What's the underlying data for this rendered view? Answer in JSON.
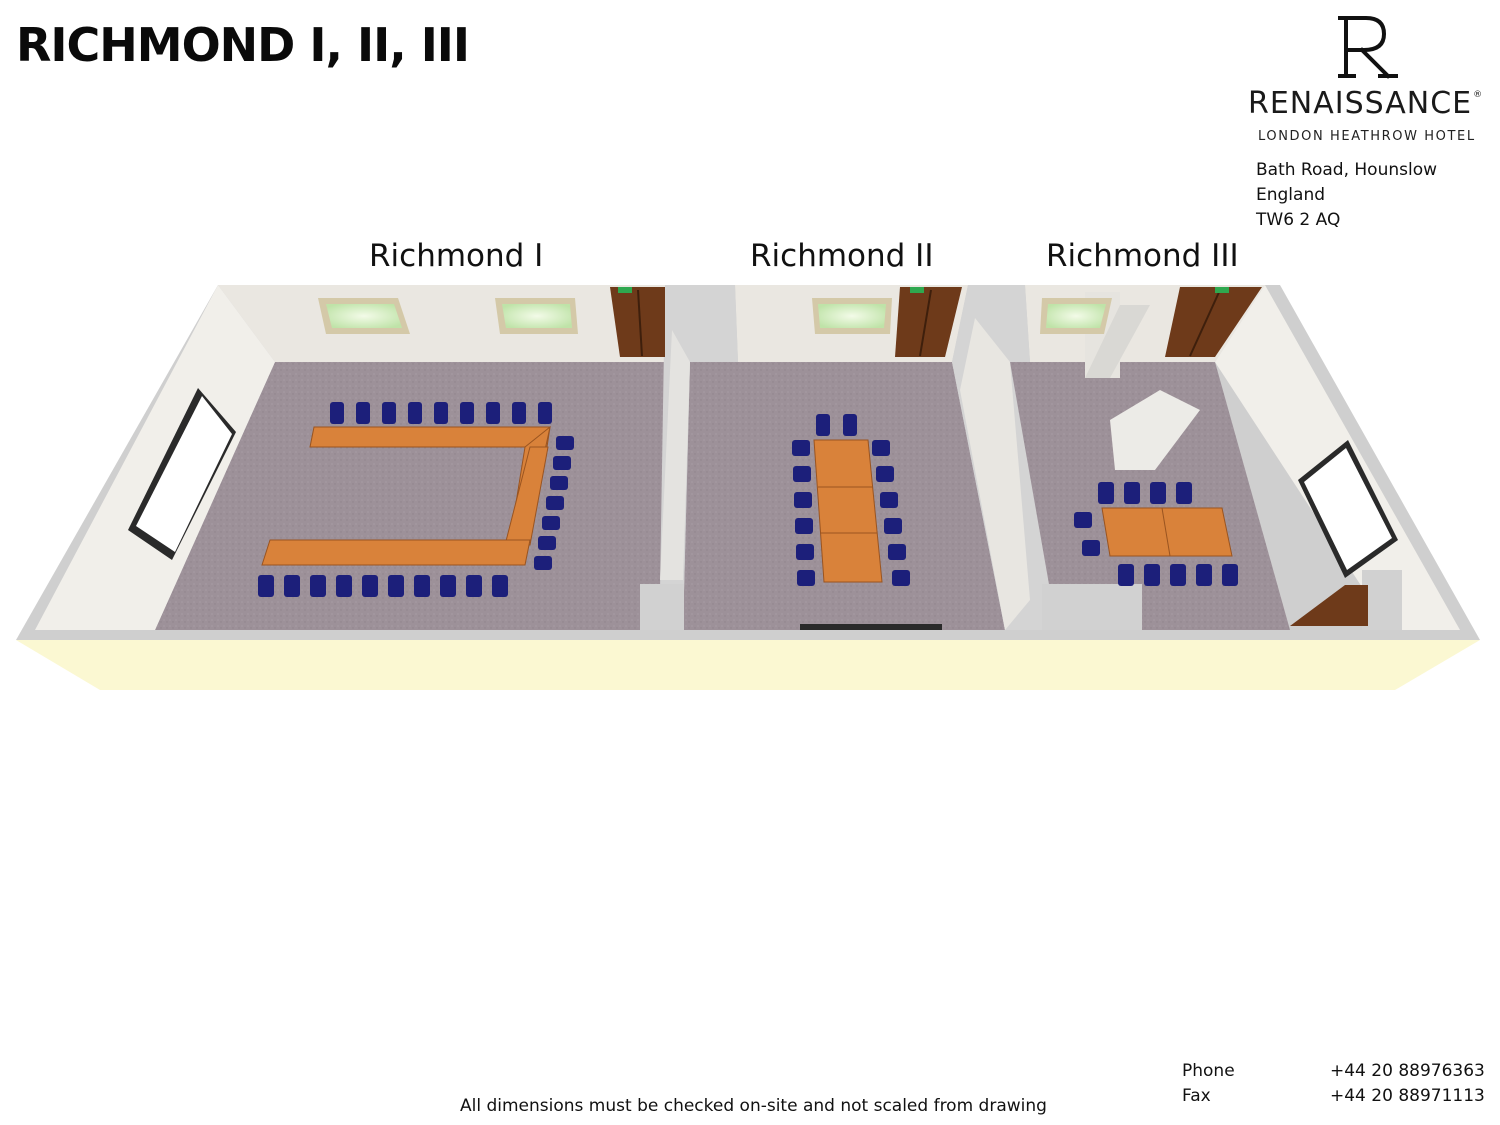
{
  "title": "RICHMOND I, II, III",
  "brand": {
    "logo_letter": "R",
    "name": "RENAISSANCE",
    "registered_mark": "®",
    "subtitle": "LONDON HEATHROW HOTEL"
  },
  "address": {
    "line1": "Bath Road, Hounslow",
    "line2": "England",
    "line3": "TW6 2 AQ"
  },
  "rooms": [
    {
      "label": "Richmond I",
      "layout": "u-shape"
    },
    {
      "label": "Richmond II",
      "layout": "boardroom"
    },
    {
      "label": "Richmond III",
      "layout": "boardroom"
    }
  ],
  "contact": {
    "phone_label": "Phone",
    "phone_value": "+44 20 88976363",
    "fax_label": "Fax",
    "fax_value": "+44 20 88971113"
  },
  "disclaimer": "All dimensions must be checked on-site and not scaled from drawing",
  "colors": {
    "carpet": "#9c8f97",
    "wall": "#eceae6",
    "wall_shade": "#c9c9c9",
    "base_edge": "#fbf8d2",
    "table": "#d9823a",
    "chair": "#1c1f7a",
    "door": "#6e3a1a",
    "window_glow": "#d7f0c6"
  }
}
